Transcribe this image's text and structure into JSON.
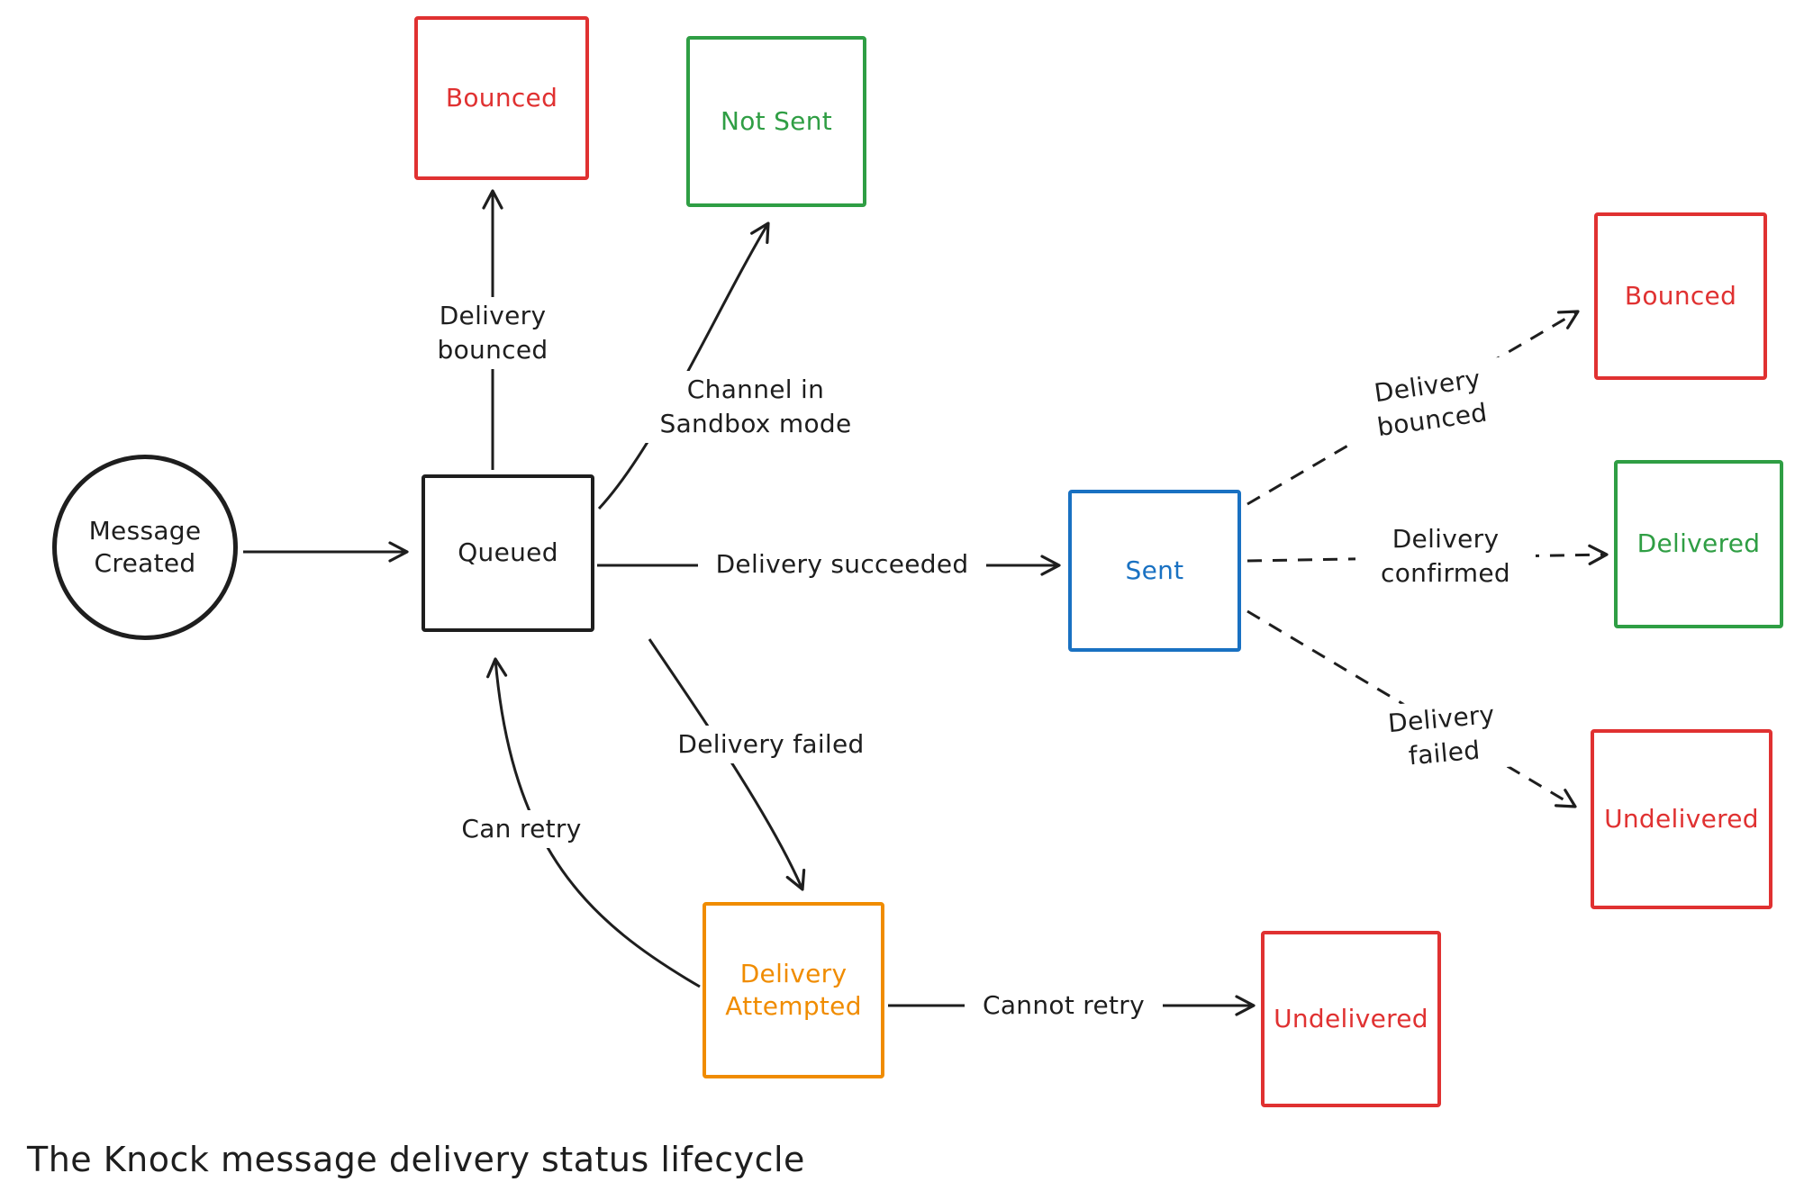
{
  "diagram": {
    "caption": "The Knock message delivery status lifecycle",
    "colors": {
      "black": "#1e1e1e",
      "red": "#e03131",
      "green": "#2f9e44",
      "blue": "#1971c2",
      "orange": "#f08c00"
    },
    "nodes": {
      "message_created": {
        "label": "Message Created",
        "shape": "circle",
        "color": "#1e1e1e"
      },
      "queued": {
        "label": "Queued",
        "shape": "rect",
        "color": "#1e1e1e"
      },
      "bounced_top": {
        "label": "Bounced",
        "shape": "rect",
        "color": "#e03131"
      },
      "not_sent": {
        "label": "Not Sent",
        "shape": "rect",
        "color": "#2f9e44"
      },
      "sent": {
        "label": "Sent",
        "shape": "rect",
        "color": "#1971c2"
      },
      "bounced_right": {
        "label": "Bounced",
        "shape": "rect",
        "color": "#e03131"
      },
      "delivered": {
        "label": "Delivered",
        "shape": "rect",
        "color": "#2f9e44"
      },
      "undelivered_right": {
        "label": "Undelivered",
        "shape": "rect",
        "color": "#e03131"
      },
      "delivery_attempted": {
        "label": "Delivery Attempted",
        "shape": "rect",
        "color": "#f08c00"
      },
      "undelivered_bottom": {
        "label": "Undelivered",
        "shape": "rect",
        "color": "#e03131"
      }
    },
    "edges": {
      "message_to_queued": {
        "label": "",
        "from": "Message Created",
        "to": "Queued",
        "style": "solid"
      },
      "delivery_bounced_left": {
        "label": "Delivery bounced",
        "from": "Queued",
        "to": "Bounced",
        "style": "solid"
      },
      "channel_sandbox": {
        "label": "Channel in Sandbox mode",
        "from": "Queued",
        "to": "Not Sent",
        "style": "solid"
      },
      "delivery_succeeded": {
        "label": "Delivery succeeded",
        "from": "Queued",
        "to": "Sent",
        "style": "solid"
      },
      "delivery_bounced_right": {
        "label": "Delivery bounced",
        "from": "Sent",
        "to": "Bounced",
        "style": "dashed"
      },
      "delivery_confirmed": {
        "label": "Delivery confirmed",
        "from": "Sent",
        "to": "Delivered",
        "style": "dashed"
      },
      "delivery_failed_right": {
        "label": "Delivery failed",
        "from": "Sent",
        "to": "Undelivered",
        "style": "dashed"
      },
      "delivery_failed_left": {
        "label": "Delivery failed",
        "from": "Queued",
        "to": "Delivery Attempted",
        "style": "solid"
      },
      "can_retry": {
        "label": "Can retry",
        "from": "Delivery Attempted",
        "to": "Queued",
        "style": "solid"
      },
      "cannot_retry": {
        "label": "Cannot retry",
        "from": "Delivery Attempted",
        "to": "Undelivered",
        "style": "solid"
      }
    }
  }
}
